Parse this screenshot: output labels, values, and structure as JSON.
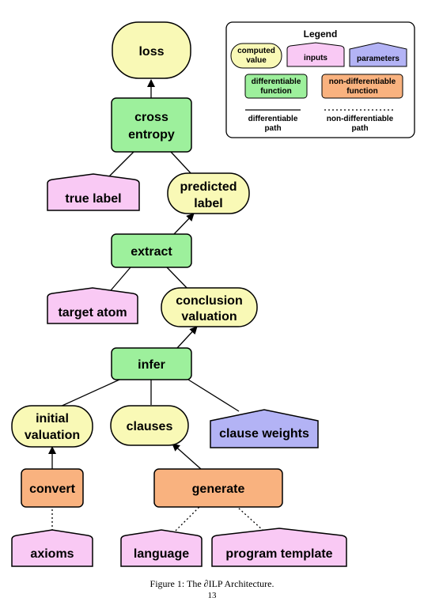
{
  "colors": {
    "computed": "#f9f9b6",
    "inputs": "#f9c9f4",
    "parameters": "#b3b3f5",
    "differentiable": "#9df09c",
    "non_differentiable": "#f9b27f"
  },
  "nodes": {
    "loss": [
      "loss"
    ],
    "cross_entropy": [
      "cross",
      "entropy"
    ],
    "true_label": [
      "true label"
    ],
    "predicted_label": [
      "predicted",
      "label"
    ],
    "extract": [
      "extract"
    ],
    "target_atom": [
      "target atom"
    ],
    "conclusion_valuation": [
      "conclusion",
      "valuation"
    ],
    "infer": [
      "infer"
    ],
    "initial_valuation": [
      "initial",
      "valuation"
    ],
    "clauses": [
      "clauses"
    ],
    "clause_weights": [
      "clause weights"
    ],
    "convert": [
      "convert"
    ],
    "generate": [
      "generate"
    ],
    "axioms": [
      "axioms"
    ],
    "language": [
      "language"
    ],
    "program_template": [
      "program template"
    ]
  },
  "legend": {
    "title": "Legend",
    "computed_value": [
      "computed",
      "value"
    ],
    "inputs": [
      "inputs"
    ],
    "parameters": [
      "parameters"
    ],
    "differentiable_function": [
      "differentiable",
      "function"
    ],
    "non_differentiable_function": [
      "non-differentiable",
      "function"
    ],
    "differentiable_path": [
      "differentiable",
      "path"
    ],
    "non_differentiable_path": [
      "non-differentiable",
      "path"
    ]
  },
  "caption": "Figure 1: The ∂ILP Architecture.",
  "page_number": "13"
}
